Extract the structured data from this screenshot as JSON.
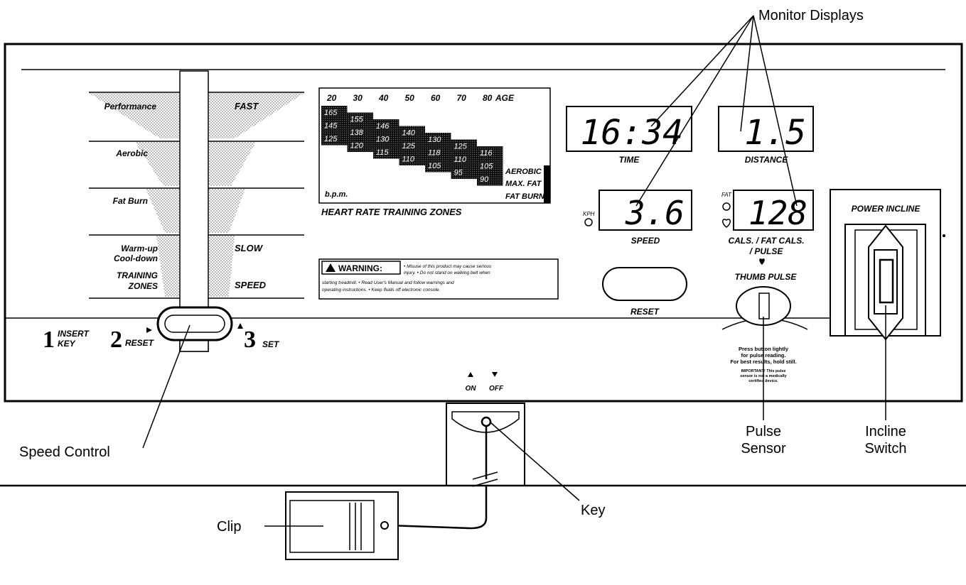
{
  "callouts": {
    "monitor_displays": "Monitor Displays",
    "speed_control": "Speed Control",
    "pulse_sensor_1": "Pulse",
    "pulse_sensor_2": "Sensor",
    "incline_switch_1": "Incline",
    "incline_switch_2": "Switch",
    "clip": "Clip",
    "key": "Key"
  },
  "training_zones": {
    "performance": "Performance",
    "fast": "FAST",
    "aerobic": "Aerobic",
    "fat_burn": "Fat Burn",
    "warmup": "Warm-up",
    "cooldown": "Cool-down",
    "slow": "SLOW",
    "training": "TRAINING",
    "zones": "ZONES",
    "speed": "SPEED"
  },
  "steps": {
    "step1_num": "1",
    "step1_a": "INSERT",
    "step1_b": "KEY",
    "step2_num": "2",
    "step2_label": "RESET",
    "step3_num": "3",
    "step3_label": "SET"
  },
  "heart_chart": {
    "ages": [
      "20",
      "30",
      "40",
      "50",
      "60",
      "70",
      "80"
    ],
    "age_label": "AGE",
    "aerobic_values": [
      "165",
      "155",
      "146",
      "140",
      "130",
      "125",
      "116"
    ],
    "maxfat_values": [
      "145",
      "138",
      "130",
      "125",
      "118",
      "110",
      "105"
    ],
    "fatburn_values": [
      "125",
      "120",
      "115",
      "110",
      "105",
      "95",
      "90"
    ],
    "row_labels": [
      "AEROBIC",
      "MAX. FAT",
      "FAT BURN"
    ],
    "bpm": "b.p.m.",
    "caption": "HEART RATE TRAINING ZONES"
  },
  "warning": {
    "title": "WARNING:",
    "line1": "• Misuse of this product may cause serious",
    "line2": "injury.  • Do not stand on walking belt when",
    "line3": "starting treadmill.  • Read User's Manual and follow warnings and",
    "line4": "operating instructions.  • Keep fluids off electronic console."
  },
  "displays": {
    "time_value": "16:34",
    "time_label": "TIME",
    "distance_value": "1.5",
    "distance_label": "DISTANCE",
    "speed_value": "3.6",
    "speed_label": "SPEED",
    "kph": "KPH",
    "cals_value": "128",
    "cals_label1": "CALS. / FAT CALS.",
    "cals_label2": "/ PULSE",
    "fat": "FAT"
  },
  "controls": {
    "reset_label": "RESET",
    "thumb_pulse": "THUMB PULSE",
    "pulse_note1": "Press button lightly",
    "pulse_note2": "for pulse reading.",
    "pulse_note3": "For best results, hold still.",
    "pulse_note4": "IMPORTANT! This pulse",
    "pulse_note5": "sensor is not a medically",
    "pulse_note6": "certified device.",
    "power_incline": "POWER INCLINE",
    "on": "ON",
    "off": "OFF"
  }
}
